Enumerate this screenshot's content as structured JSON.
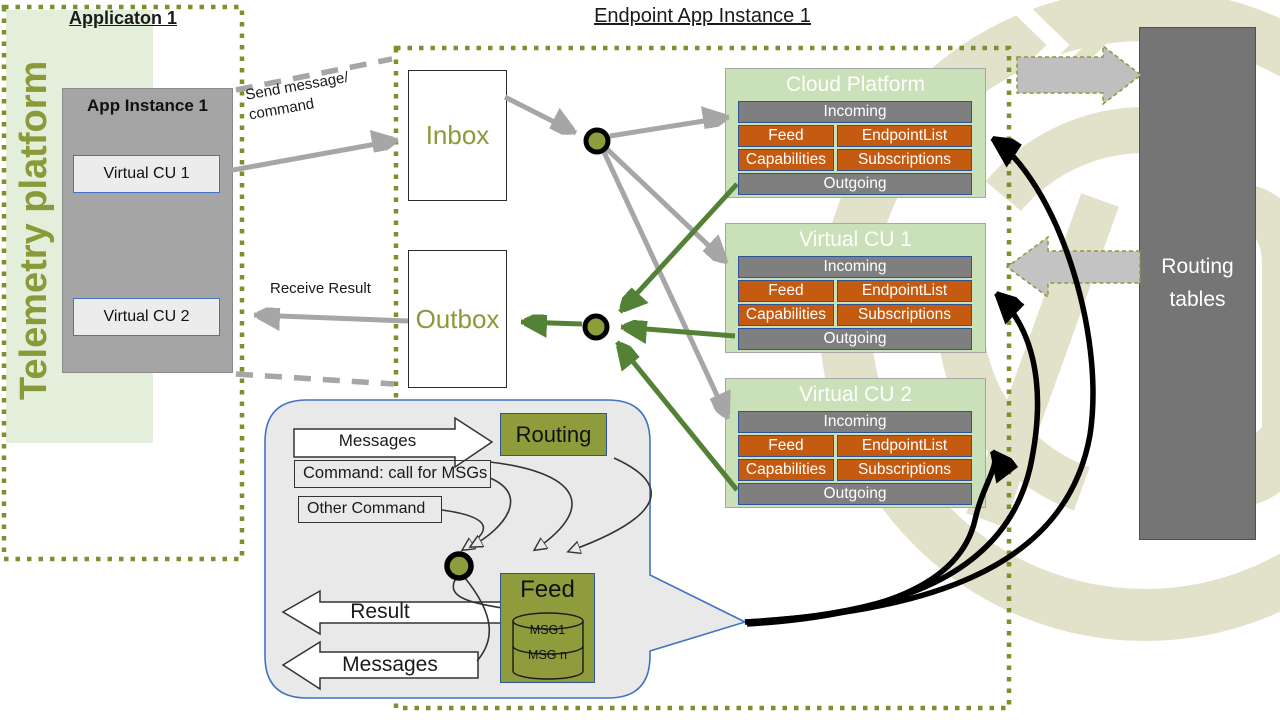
{
  "application": {
    "title": "Applicaton 1",
    "platform_label": "Telemetry platform",
    "instance_title": "App Instance 1",
    "vcu1": "Virtual CU 1",
    "vcu2": "Virtual CU 2"
  },
  "connections": {
    "send_line1": "Send message/",
    "send_line2": "command",
    "receive": "Receive Result"
  },
  "endpoint": {
    "title": "Endpoint App Instance 1",
    "inbox": "Inbox",
    "outbox": "Outbox",
    "platforms": [
      {
        "title": "Cloud Platform"
      },
      {
        "title": "Virtual CU 1"
      },
      {
        "title": "Virtual CU 2"
      }
    ],
    "rows": {
      "incoming": "Incoming",
      "feed": "Feed",
      "endpointlist": "EndpointList",
      "capabilities": "Capabilities",
      "subscriptions": "Subscriptions",
      "outgoing": "Outgoing"
    }
  },
  "routing_tables_label": "Routing tables",
  "callout": {
    "messages_in": "Messages",
    "routing": "Routing",
    "command_call": "Command: call for MSGs",
    "other_command": "Other Command",
    "result": "Result",
    "messages_out": "Messages",
    "feed": "Feed",
    "msg1": "MSG1",
    "msgn": "MSG n"
  },
  "colors": {
    "olive": "#8a9a38",
    "olive_fill": "#8e9c3c",
    "light_green_panel": "#e3efda",
    "platform_green": "#c9e0b8",
    "orange": "#c55a11",
    "bar_gray": "#7f7f7f",
    "arrow_gray": "#a6a6a6",
    "arrow_green": "#538135",
    "border_blue": "#2f5496",
    "callout_blue": "#4472c4",
    "watermark": "#e2e1ca"
  }
}
